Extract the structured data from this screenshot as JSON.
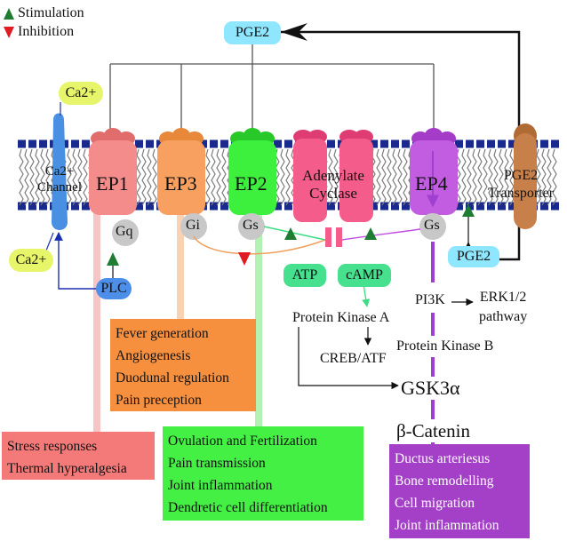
{
  "legend": {
    "stimulation": "Stimulation",
    "inhibition": "Inhibition"
  },
  "pge2_top": "PGE2",
  "pge2_small": "PGE2",
  "ca_top": "Ca2+",
  "ca_bottom": "Ca2+",
  "ca_channel": {
    "line1": "Ca2+",
    "line2": "Channel"
  },
  "receptors": {
    "ep1": "EP1",
    "ep3": "EP3",
    "ep2": "EP2",
    "ep4": "EP4"
  },
  "adenylate_cyclase": {
    "line1": "Adenylate",
    "line2": "Cyclase"
  },
  "pge2_transporter": {
    "line1": "PGE2",
    "line2": "Transporter"
  },
  "g_proteins": {
    "gq": "Gq",
    "gi": "Gi",
    "gs_ep2": "Gs",
    "gs_ep4": "Gs"
  },
  "nodes": {
    "plc": "PLC",
    "atp": "ATP",
    "camp": "cAMP",
    "pka": "Protein Kinase A",
    "creb": "CREB/ATF",
    "pi3k": "PI3K",
    "erk_line1": "ERK1/2",
    "erk_line2": "pathway",
    "pkb": "Protein Kinase B",
    "gsk3a": "GSK3α",
    "bcatenin": "β-Catenin"
  },
  "boxes": {
    "ep3_effects": [
      "Fever generation",
      "Angiogenesis",
      "Duodunal regulation",
      "Pain preception"
    ],
    "ep1_effects": [
      "Stress responses",
      "Thermal hyperalgesia"
    ],
    "ep2_effects": [
      "Ovulation  and Fertilization",
      "Pain transmission",
      "Joint inflammation",
      "Dendretic cell differentiation"
    ],
    "ep4_effects": [
      "Ductus arteriesus",
      "Bone remodelling",
      "Cell migration",
      "Joint inflammation"
    ]
  },
  "colors": {
    "stimulation": "#1e7d32",
    "inhibition": "#e01b24",
    "ep1": "#f48c8c",
    "ep3": "#f8a060",
    "ep2": "#3ef03e",
    "adenylate": "#f45c8c",
    "ep4": "#c25ce0",
    "transporter": "#c8804a",
    "channel": "#4a90e2",
    "pge2_pill": "#8ee6ff",
    "ca_pill": "#e6f56a",
    "plc": "#4d8ee8",
    "atp_camp": "#46e08e"
  }
}
